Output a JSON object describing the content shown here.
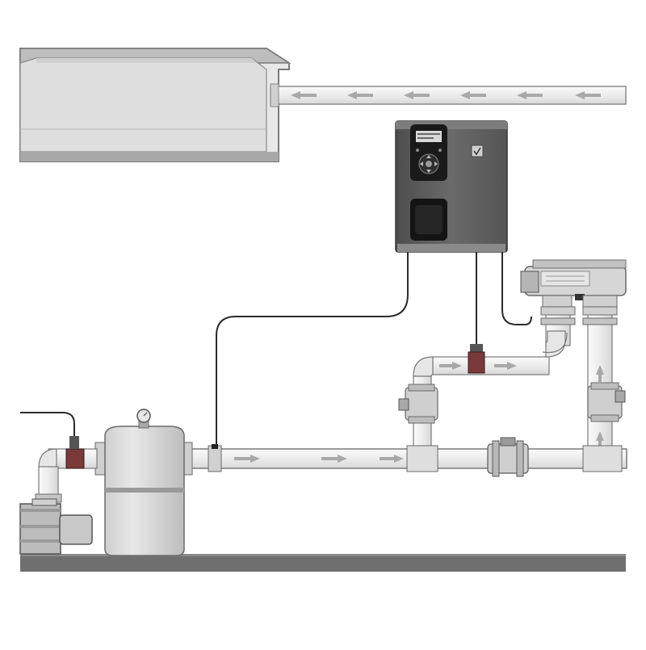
{
  "diagram": {
    "colors": {
      "background": "#ffffff",
      "pool_fill": "#e6e6e6",
      "pool_inner": "#dcdcdc",
      "pipe_fill": "#efefef",
      "pipe_stroke": "#8a8a8a",
      "fitting_fill": "#d4d4d4",
      "controller_body": "#5e5e5e",
      "controller_top": "#7a7a7a",
      "panel_black": "#1a1a1a",
      "cable": "#2a2a2a",
      "sensor_red": "#7a3a3a",
      "floor": "#6f6f6f",
      "arrow": "#a0a0a0"
    },
    "components": [
      {
        "id": "pool",
        "icon": "pool-basin-icon"
      },
      {
        "id": "return-pipe",
        "icon": "pipe-icon"
      },
      {
        "id": "controller",
        "icon": "control-unit-icon"
      },
      {
        "id": "electrolysis-cell",
        "icon": "electrolysis-cell-icon"
      },
      {
        "id": "filter",
        "icon": "filter-tank-icon"
      },
      {
        "id": "pump",
        "icon": "pump-icon"
      },
      {
        "id": "probe",
        "icon": "sensor-probe-icon"
      },
      {
        "id": "check-valve",
        "icon": "check-valve-icon"
      },
      {
        "id": "bypass-valves",
        "icon": "valve-icon"
      }
    ],
    "flow_arrows": {
      "top_pipe": "left",
      "main_pipe": "right",
      "riser": "up"
    }
  }
}
